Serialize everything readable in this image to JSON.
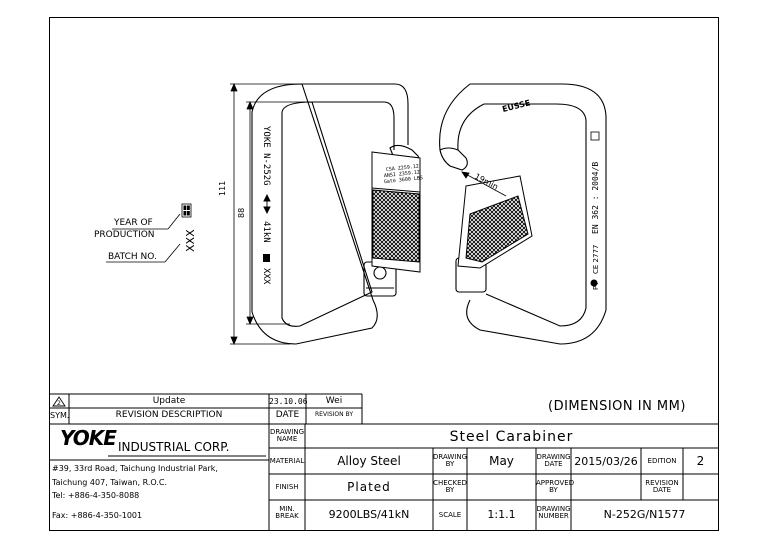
{
  "drawing": {
    "dims": {
      "overall": "111",
      "inner": "88",
      "gate_opening": "19min"
    },
    "left_view": {
      "marking_top": "YOKE N-252G",
      "marking_rating": "41kN",
      "marking_batch": "XXX",
      "sleeve_lines": [
        "CSA Z259.12",
        "ANSI Z359.12",
        "Gate 3600 LBS"
      ]
    },
    "right_view": {
      "brand": "EUSSE",
      "marking_norm": "EN 362 : 2004/B",
      "marking_ce": "CE 2777",
      "marking_pt": "PT"
    },
    "callouts": {
      "year_line1": "YEAR  OF",
      "year_line2": "PRODUCTION",
      "batch": "BATCH  NO.",
      "batch_value": "XXX"
    }
  },
  "revision": {
    "sym": "2",
    "desc": "Update",
    "date": "23.10.06",
    "by": "Wei",
    "h_sym": "SYM.",
    "h_desc": "REVISION  DESCRIPTION",
    "h_date": "DATE",
    "h_by": "REVISION BY"
  },
  "dimension_note": "(DIMENSION  IN  MM)",
  "company": {
    "logo_text": "YOKE",
    "name": "INDUSTRIAL  CORP.",
    "address1": "#39, 33rd Road, Taichung Industrial Park,",
    "address2": "Taichung 407, Taiwan, R.O.C.",
    "tel": "Tel: +886-4-350-8088",
    "fax": "Fax: +886-4-350-1001"
  },
  "title_block": {
    "drawing_name_label": [
      "DRAWING",
      "NAME"
    ],
    "drawing_name": "Steel  Carabiner",
    "material_label": "MATERIAL",
    "material": "Alloy  Steel",
    "drawing_by_label": [
      "DRAWING",
      "BY"
    ],
    "drawing_by": "May",
    "drawing_date_label": [
      "DRAWING",
      "DATE"
    ],
    "drawing_date": "2015/03/26",
    "edition_label": "EDITION",
    "edition": "2",
    "finish_label": "FINISH",
    "finish": "Plated",
    "checked_by_label": [
      "CHECKED",
      "BY"
    ],
    "checked_by": "",
    "approved_by_label": [
      "APPROVED",
      "BY"
    ],
    "approved_by": "",
    "revision_date_label": [
      "REVISION",
      "DATE"
    ],
    "revision_date": "",
    "min_break_label": [
      "MIN.",
      "BREAK"
    ],
    "min_break": "9200LBS/41kN",
    "scale_label": "SCALE",
    "scale": "1:1.1",
    "drawing_number_label": [
      "DRAWING",
      "NUMBER"
    ],
    "drawing_number": "N-252G/N1577"
  }
}
